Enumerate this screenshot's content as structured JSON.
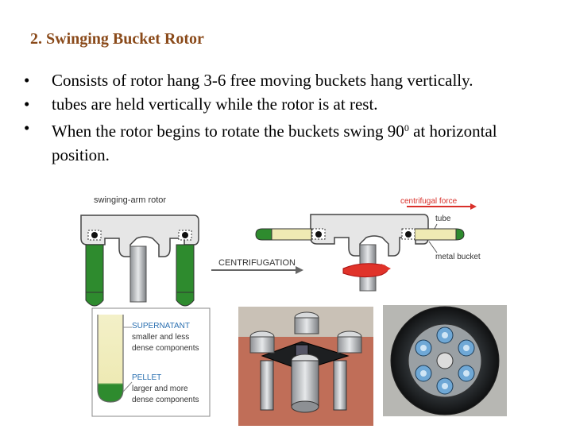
{
  "slide": {
    "title": "2. Swinging Bucket Rotor",
    "bullets": [
      {
        "text": "Consists of rotor hang 3-6 free moving buckets hang vertically."
      },
      {
        "text": "tubes are held vertically while the rotor is at rest."
      },
      {
        "text_before": "When the rotor begins to rotate the buckets swing 90",
        "superscript": "0",
        "text_after": " at horizontal position."
      }
    ]
  },
  "figure": {
    "rest_label": "swinging-arm rotor",
    "process_label": "CENTRIFUGATION",
    "force_label": "centrifugal force",
    "tube_label": "tube",
    "bucket_label": "metal bucket",
    "tube_inset": {
      "supernatant_title": "SUPERNATANT",
      "supernatant_line1": "smaller and less",
      "supernatant_line2": "dense components",
      "pellet_title": "PELLET",
      "pellet_line1": "larger and more",
      "pellet_line2": "dense components"
    }
  },
  "colors": {
    "title": "#8a4a1a",
    "tube_liquid": "#2e8b2e",
    "label_blue": "#2a6fb0",
    "force_red": "#d9302a",
    "rotor_gray": "#dcdcdc"
  }
}
